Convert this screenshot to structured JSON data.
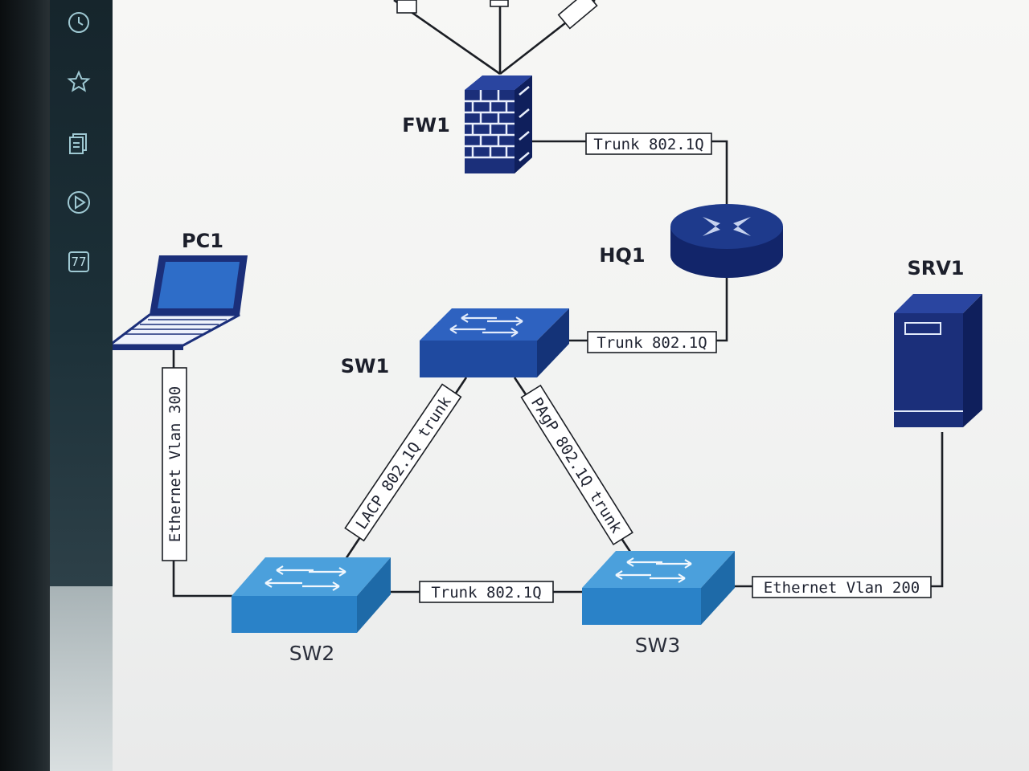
{
  "sidebar": {
    "buttons": [
      {
        "name": "clock-icon"
      },
      {
        "name": "star-icon"
      },
      {
        "name": "copy-icon"
      },
      {
        "name": "play-icon"
      },
      {
        "name": "badge-icon",
        "text": "77"
      }
    ]
  },
  "nodes": {
    "fw1": "FW1",
    "hq1": "HQ1",
    "sw1": "SW1",
    "sw2": "SW2",
    "sw3": "SW3",
    "pc1": "PC1",
    "srv1": "SRV1"
  },
  "links": {
    "fw1_hq1": "Trunk 802.1Q",
    "hq1_sw1": "Trunk 802.1Q",
    "sw1_sw2": "LACP 802.1Q trunk",
    "sw1_sw3": "PAgP 802.1Q trunk",
    "sw2_sw3": "Trunk 802.1Q",
    "sw3_srv1": "Ethernet Vlan 200",
    "pc1_sw2": "Ethernet Vlan 300"
  },
  "colors": {
    "device_dark": "#1b2f7a",
    "switch_light": "#2a82c8",
    "switch_sw1": "#1f4aa0"
  }
}
